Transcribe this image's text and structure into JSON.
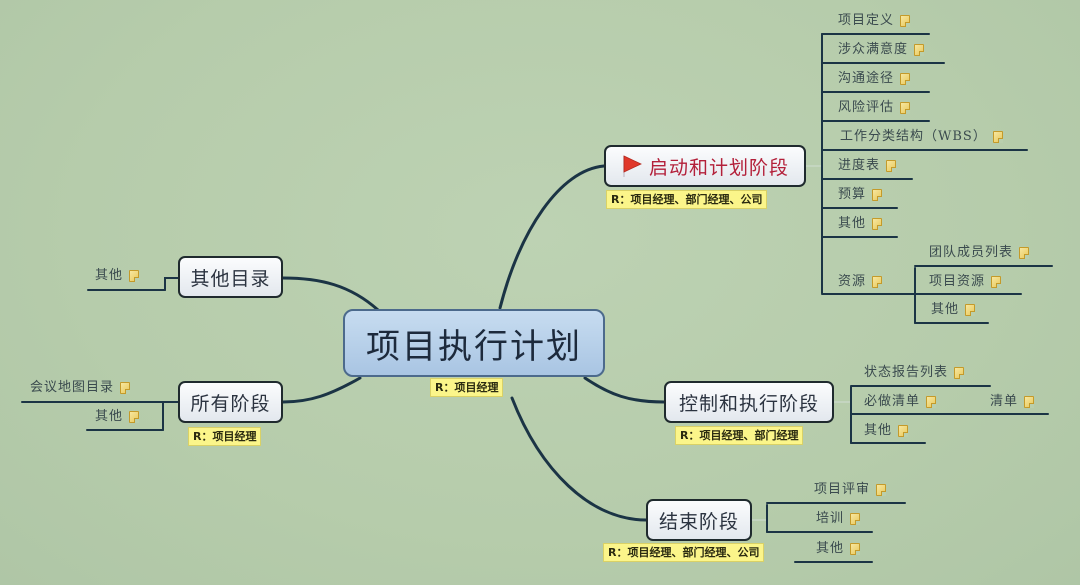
{
  "central": {
    "title": "项目执行计划",
    "responsible": "R：项目经理"
  },
  "branches": {
    "start_planning": {
      "title": "启动和计划阶段",
      "icon": "red-flag-icon",
      "responsible": "R：项目经理、部门经理、公司",
      "items": [
        "项目定义",
        "涉众满意度",
        "沟通途径",
        "风险评估",
        "工作分类结构（WBS）",
        "进度表",
        "预算",
        "其他",
        "资源"
      ],
      "resources_children": [
        "团队成员列表",
        "项目资源",
        "其他"
      ]
    },
    "control_execution": {
      "title": "控制和执行阶段",
      "responsible": "R：项目经理、部门经理",
      "items": [
        "状态报告列表",
        "必做清单",
        "其他"
      ],
      "checklist_child": "清单"
    },
    "closing": {
      "title": "结束阶段",
      "responsible": "R：项目经理、部门经理、公司",
      "items": [
        "项目评审",
        "培训",
        "其他"
      ]
    },
    "other_directory": {
      "title": "其他目录",
      "items": [
        "其他"
      ]
    },
    "all_phases": {
      "title": "所有阶段",
      "responsible": "R：项目经理",
      "items": [
        "会议地图目录",
        "其他"
      ]
    }
  },
  "colors": {
    "background": "#b9cfae",
    "central_fill": "#b5cfe9",
    "line": "#1b3445",
    "callout": "#fbf58a",
    "flag": "#e0382a",
    "title_red": "#b3203a"
  }
}
